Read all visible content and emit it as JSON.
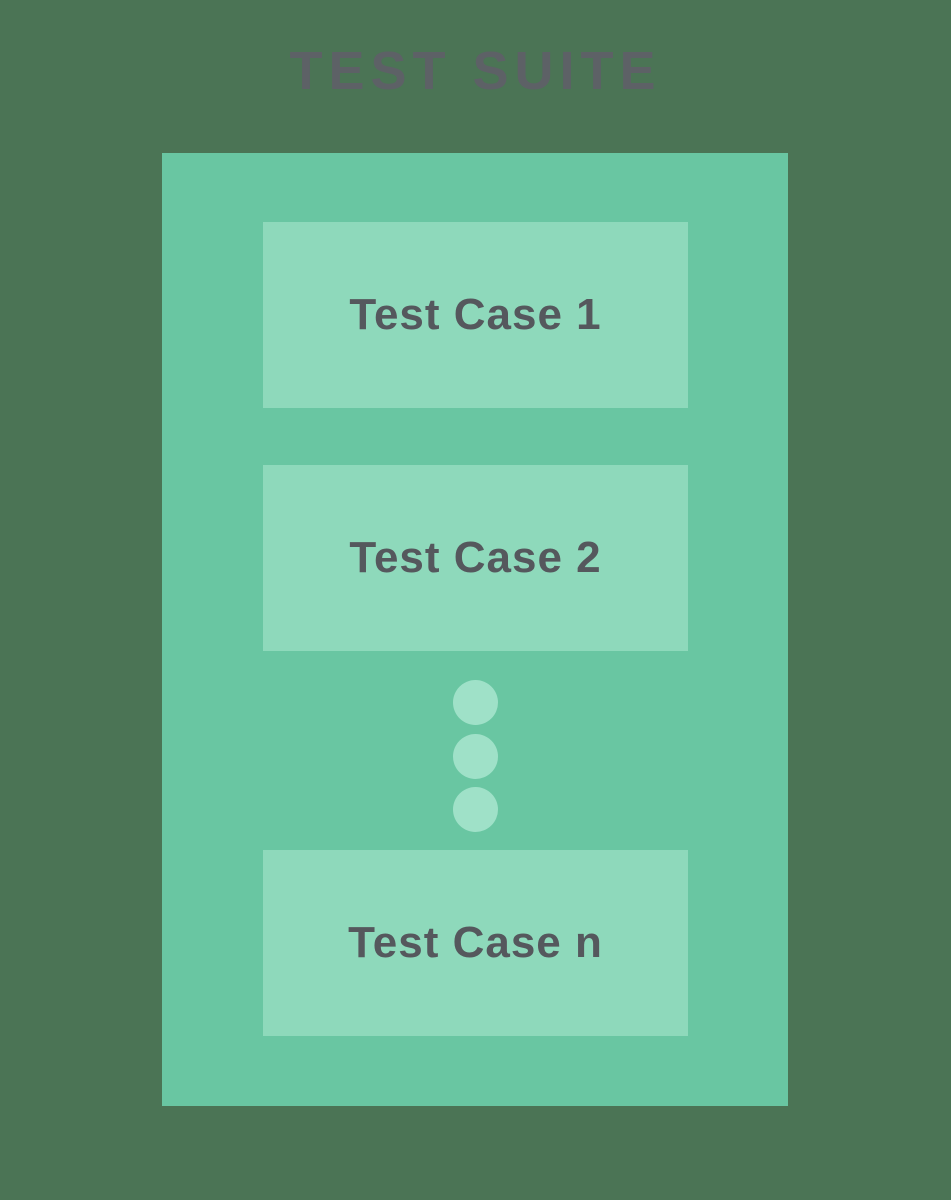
{
  "title": "TEST SUITE",
  "suite": {
    "cases": [
      {
        "label": "Test Case 1"
      },
      {
        "label": "Test Case 2"
      },
      {
        "label": "Test Case n"
      }
    ],
    "ellipsis_dot_count": 3
  },
  "colors": {
    "background": "#4b7455",
    "suite_fill": "#69c6a2",
    "case_fill": "#8ed9bb",
    "dot_fill": "#9fe1c8",
    "title_text": "#5d6166",
    "case_text": "#55585d"
  }
}
